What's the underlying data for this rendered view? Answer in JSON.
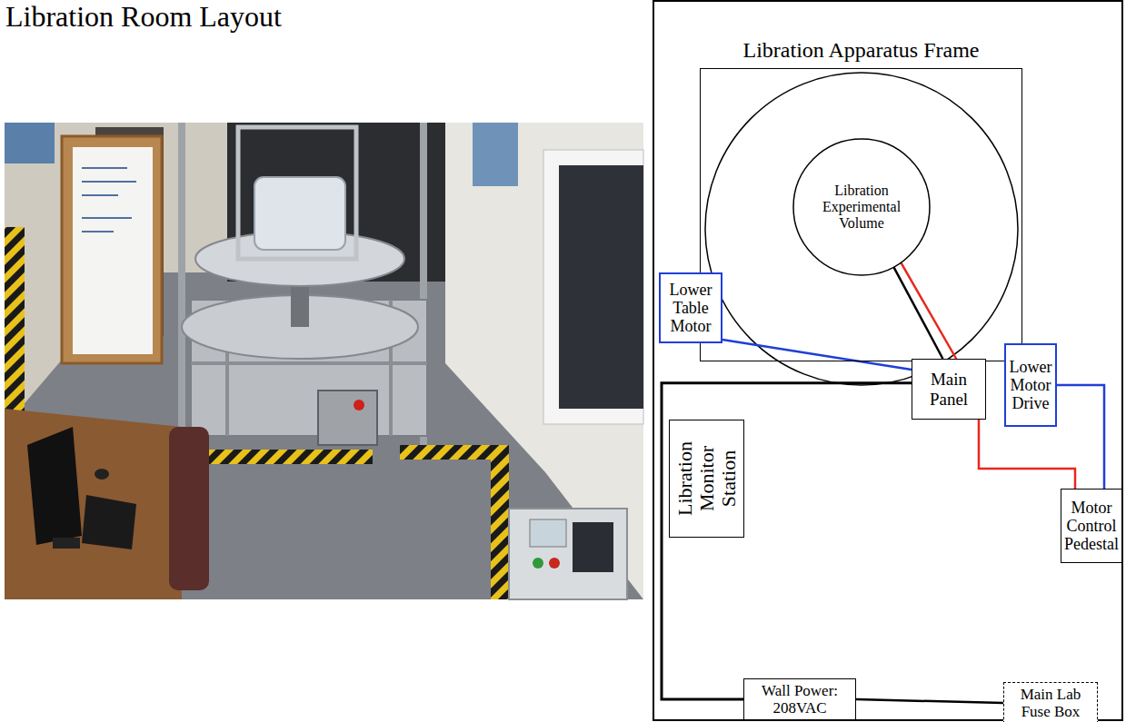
{
  "diagram": {
    "title": "Libration Room Layout",
    "nodes": [
      {
        "text": [
          "Libration Apparatus Frame"
        ]
      },
      {
        "text": [
          "Libration Experimental Volume"
        ],
        "in": 0
      },
      {
        "text": [
          "Lower Table Motor"
        ]
      },
      {
        "text": [
          "Main Panel"
        ]
      },
      {
        "text": [
          "Lower Motor Drive"
        ]
      },
      {
        "text": [
          "Libration Monitor Station"
        ]
      },
      {
        "text": [
          "Motor Control Pedestal"
        ]
      },
      {
        "text": [
          "Wall Power: 208VAC"
        ]
      },
      {
        "text": [
          "Main Lab Fuse Box"
        ]
      }
    ],
    "edges": [
      {
        "from": 1,
        "to": 3,
        "arrow": "none"
      },
      {
        "from": 1,
        "to": 3,
        "arrow": "none"
      },
      {
        "from": 2,
        "to": 3,
        "arrow": "none"
      },
      {
        "from": 3,
        "to": 6,
        "arrow": "none"
      },
      {
        "from": 4,
        "to": 6,
        "arrow": "none"
      },
      {
        "from": 3,
        "to": 7,
        "arrow": "none"
      },
      {
        "from": 7,
        "to": 8,
        "arrow": "none"
      }
    ]
  }
}
